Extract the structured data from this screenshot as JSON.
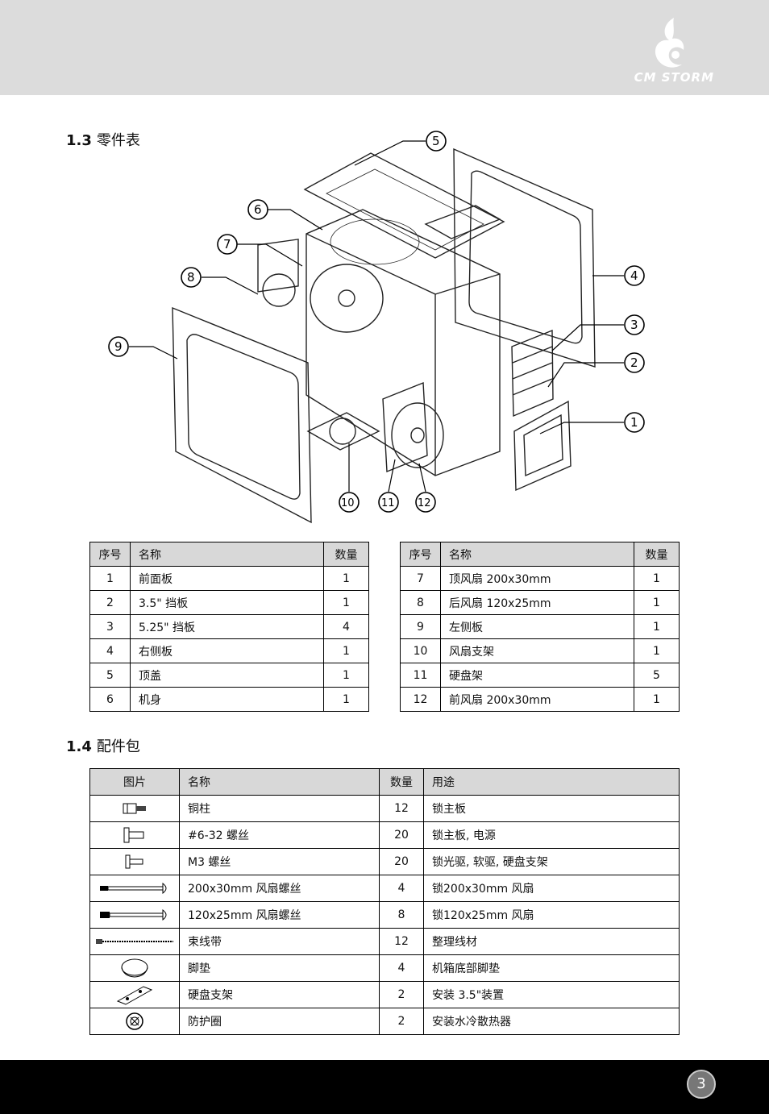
{
  "brand": {
    "logo_text": "CM STORM"
  },
  "section13": {
    "num": "1.3",
    "title": "零件表"
  },
  "diagram": {
    "callouts": [
      "1",
      "2",
      "3",
      "4",
      "5",
      "6",
      "7",
      "8",
      "9",
      "10",
      "11",
      "12"
    ]
  },
  "parts_table": {
    "headers": [
      "序号",
      "名称",
      "数量"
    ],
    "left": [
      {
        "no": "1",
        "name": "前面板",
        "qty": "1"
      },
      {
        "no": "2",
        "name": "3.5\" 挡板",
        "qty": "1"
      },
      {
        "no": "3",
        "name": "5.25\" 挡板",
        "qty": "4"
      },
      {
        "no": "4",
        "name": "右侧板",
        "qty": "1"
      },
      {
        "no": "5",
        "name": "顶盖",
        "qty": "1"
      },
      {
        "no": "6",
        "name": "机身",
        "qty": "1"
      }
    ],
    "right": [
      {
        "no": "7",
        "name": "顶风扇 200x30mm",
        "qty": "1"
      },
      {
        "no": "8",
        "name": "后风扇 120x25mm",
        "qty": "1"
      },
      {
        "no": "9",
        "name": "左侧板",
        "qty": "1"
      },
      {
        "no": "10",
        "name": "风扇支架",
        "qty": "1"
      },
      {
        "no": "11",
        "name": "硬盘架",
        "qty": "5"
      },
      {
        "no": "12",
        "name": "前风扇 200x30mm",
        "qty": "1"
      }
    ]
  },
  "section14": {
    "num": "1.4",
    "title": "配件包"
  },
  "accessories": {
    "headers": [
      "图片",
      "名称",
      "数量",
      "用途"
    ],
    "rows": [
      {
        "icon": "standoff-icon",
        "name": "铜柱",
        "qty": "12",
        "use": "锁主板"
      },
      {
        "icon": "screw-6-32-icon",
        "name": "#6-32 螺丝",
        "qty": "20",
        "use": "锁主板, 电源"
      },
      {
        "icon": "screw-m3-icon",
        "name": "M3 螺丝",
        "qty": "20",
        "use": "锁光驱, 软驱, 硬盘支架"
      },
      {
        "icon": "long-fan-screw-icon",
        "name": "200x30mm 风扇螺丝",
        "qty": "4",
        "use": "锁200x30mm 风扇"
      },
      {
        "icon": "fan-screw-icon",
        "name": "120x25mm 风扇螺丝",
        "qty": "8",
        "use": "锁120x25mm 风扇"
      },
      {
        "icon": "cable-tie-icon",
        "name": "束线带",
        "qty": "12",
        "use": "整理线材"
      },
      {
        "icon": "foot-pad-icon",
        "name": "脚垫",
        "qty": "4",
        "use": "机箱底部脚垫"
      },
      {
        "icon": "hdd-bracket-icon",
        "name": "硬盘支架",
        "qty": "2",
        "use": "安装 3.5\"装置"
      },
      {
        "icon": "grommet-icon",
        "name": "防护圈",
        "qty": "2",
        "use": "安装水冷散热器"
      }
    ]
  },
  "page": {
    "number": "3"
  }
}
